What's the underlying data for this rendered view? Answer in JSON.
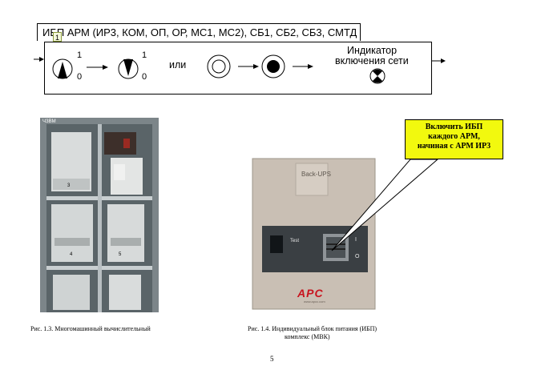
{
  "scheme": {
    "title": "ИБП АРМ (ИР3, КОМ, ОП, ОР, МС1, МС2), СБ1, СБ2, СБ3, СМТД",
    "step_number": "1",
    "switch_on_label": "1",
    "switch_off_label": "0",
    "or_text": "или",
    "indicator_line1": "Индикатор",
    "indicator_line2": "включения сети"
  },
  "figure1": {
    "caption": "Рис. 1.3. Многомашинный вычислительный",
    "photo_labels": {
      "top_left": "ЧЗВМ",
      "unit3": "3",
      "unit4": "4",
      "unit5": "5"
    }
  },
  "figure2": {
    "caption_line1": "Рис. 1.4. Индивидуальный блок питания (ИБП)",
    "caption_line2": "комплекс (МВК)",
    "device_brand": "Back-UPS",
    "test_label": "Test",
    "power_on_mark": "I",
    "power_off_mark": "O",
    "logo_text": "APC",
    "logo_sub": "www.apcc.com"
  },
  "callout": {
    "line1": "Включить ИБП",
    "line2": "каждого АРМ,",
    "line3": "начиная с АРМ ИР3"
  },
  "page_number": "5",
  "colors": {
    "callout_fill": "#f2f90e",
    "logo_red": "#c8141e"
  }
}
